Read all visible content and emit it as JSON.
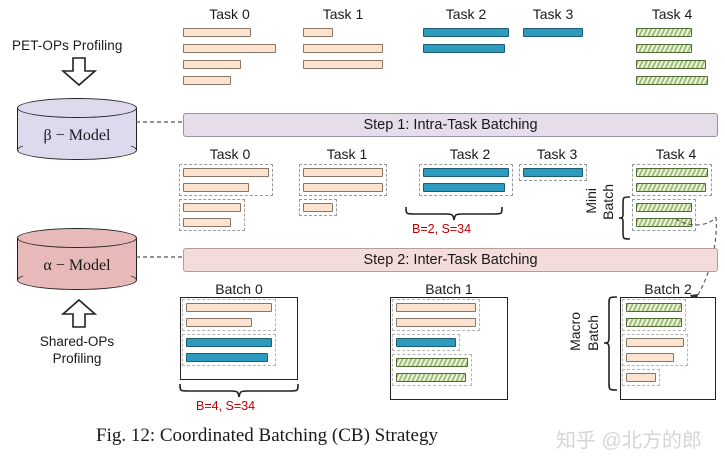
{
  "caption": "Fig. 12: Coordinated Batching (CB) Strategy",
  "watermark": "知乎 @北方的郎",
  "left_panel": {
    "pet_profiling_label": "PET-OPs Profiling",
    "beta_model_label": "β − Model",
    "alpha_model_label": "α − Model",
    "shared_profiling_line1": "Shared-OPs",
    "shared_profiling_line2": "Profiling",
    "down_arrow_icon": "down-block-arrow",
    "up_arrow_icon": "up-block-arrow"
  },
  "steps": {
    "step1": "Step 1: Intra-Task Batching",
    "step2": "Step 2: Inter-Task Batching"
  },
  "annotations": {
    "mini_batch_line1": "Mini",
    "mini_batch_line2": "Batch",
    "macro_batch_line1": "Macro",
    "macro_batch_line2": "Batch",
    "intra_task_stat": "B=2, S=34",
    "inter_task_stat": "B=4, S=34"
  },
  "row_profiling": {
    "section_name": "unbatched-task-operators",
    "tasks": [
      {
        "label": "Task 0",
        "color": "peach",
        "bars": [
          68,
          93,
          58,
          48
        ]
      },
      {
        "label": "Task 1",
        "color": "peach",
        "bars": [
          30,
          80,
          80
        ]
      },
      {
        "label": "Task 2",
        "color": "blue",
        "bars": [
          86,
          82
        ]
      },
      {
        "label": "Task 3",
        "color": "blue",
        "bars": [
          60
        ]
      },
      {
        "label": "Task 4",
        "color": "green",
        "bars": [
          56,
          56,
          70,
          72
        ]
      }
    ]
  },
  "row_intra": {
    "section_name": "intra-task-batched-operators",
    "tasks": [
      {
        "label": "Task 0",
        "color": "peach",
        "groups": [
          {
            "bars": [
              86,
              66
            ]
          },
          {
            "bars": [
              58,
              48
            ]
          }
        ]
      },
      {
        "label": "Task 1",
        "color": "peach",
        "groups": [
          {
            "bars": [
              80,
              80
            ]
          },
          {
            "bars": [
              30
            ]
          }
        ]
      },
      {
        "label": "Task 2",
        "color": "blue",
        "groups": [
          {
            "bars": [
              86,
              82
            ]
          }
        ]
      },
      {
        "label": "Task 3",
        "color": "blue",
        "groups": [
          {
            "bars": [
              60
            ]
          }
        ]
      },
      {
        "label": "Task 4",
        "color": "green",
        "groups": [
          {
            "bars": [
              72,
              70
            ]
          },
          {
            "bars": [
              56,
              56
            ]
          }
        ]
      }
    ]
  },
  "row_inter": {
    "section_name": "inter-task-macro-batches",
    "batches": [
      {
        "label": "Batch 0",
        "groups": [
          {
            "color": "peach",
            "bars": [
              86,
              66
            ]
          },
          {
            "color": "blue",
            "bars": [
              86,
              82
            ]
          }
        ]
      },
      {
        "label": "Batch 1",
        "groups": [
          {
            "color": "peach",
            "bars": [
              80,
              80
            ]
          },
          {
            "color": "blue",
            "bars": [
              60
            ]
          },
          {
            "color": "green",
            "bars": [
              72,
              70
            ]
          }
        ]
      },
      {
        "label": "Batch 2",
        "groups": [
          {
            "color": "green",
            "bars": [
              56,
              56
            ]
          },
          {
            "color": "peach",
            "bars": [
              58,
              48
            ]
          },
          {
            "color": "peach",
            "bars": [
              30
            ]
          }
        ]
      }
    ]
  },
  "colors": {
    "peach": "#fbe3d0",
    "blue": "#2d9bbd",
    "green": "#e6edd4",
    "step1_bg": "#e6ddea",
    "step2_bg": "#f3dcd9",
    "beta_cyl": "#ded9ec",
    "alpha_cyl": "#e8b9b9",
    "stat_text": "#c00000"
  }
}
